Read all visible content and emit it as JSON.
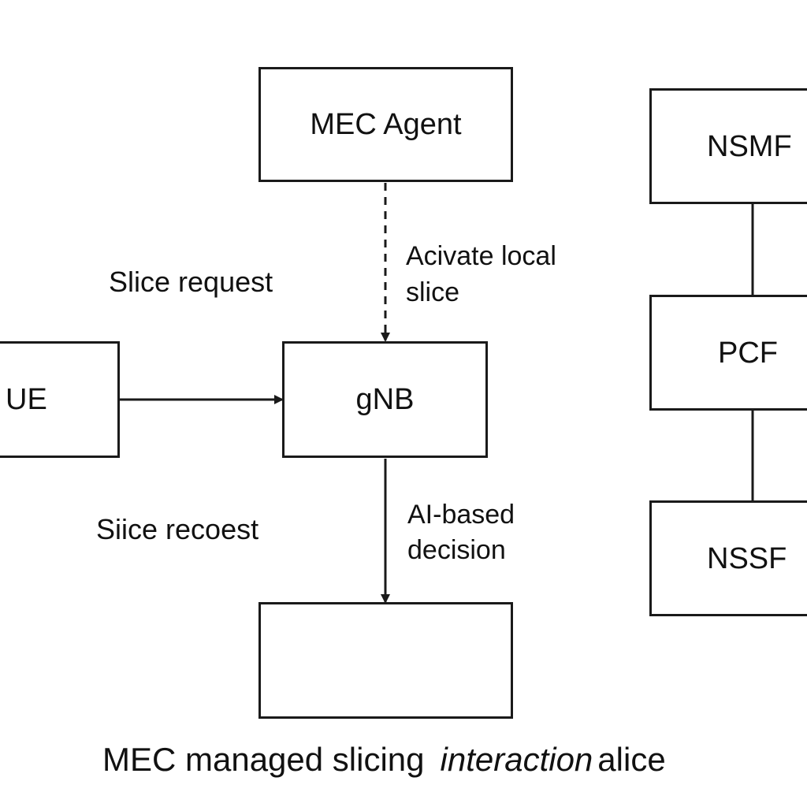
{
  "nodes": {
    "mec_agent": "MEC Agent",
    "nsmf": "NSMF",
    "pcf": "PCF",
    "ue": "UE",
    "gnb": "gNB",
    "nssf": "NSSF",
    "decision_box": ""
  },
  "labels": {
    "slice_request": "Slice request",
    "activate_line1": "Acivate local",
    "activate_line2": "slice",
    "siice_recoest": "Siice recoest",
    "ai_line1": "AI-based",
    "ai_line2": "decision"
  },
  "caption": {
    "part1": "MEC managed slicing",
    "part2": "interaction",
    "part3": "alice"
  },
  "colors": {
    "stroke": "#1a1a1a",
    "text": "#111111",
    "background": "#ffffff"
  }
}
